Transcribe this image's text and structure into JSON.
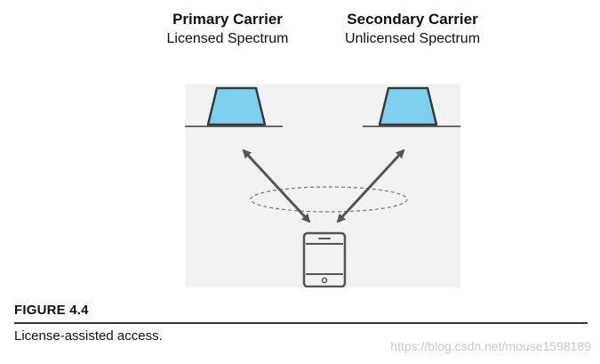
{
  "diagram": {
    "primary_carrier": {
      "name": "Primary Carrier",
      "spectrum": "Licensed Spectrum"
    },
    "secondary_carrier": {
      "name": "Secondary Carrier",
      "spectrum": "Unlicensed Spectrum"
    },
    "colors": {
      "antenna_fill": "#7fcfee",
      "antenna_stroke": "#3a3a3a",
      "arrow": "#555555",
      "panel": "#f2f2f2"
    },
    "icons": [
      "base-station-icon",
      "base-station-icon",
      "mobile-phone-icon"
    ]
  },
  "caption": {
    "figure_number": "FIGURE 4.4",
    "text": "License-assisted access."
  },
  "watermark": "https://blog.csdn.net/mouse1598189"
}
